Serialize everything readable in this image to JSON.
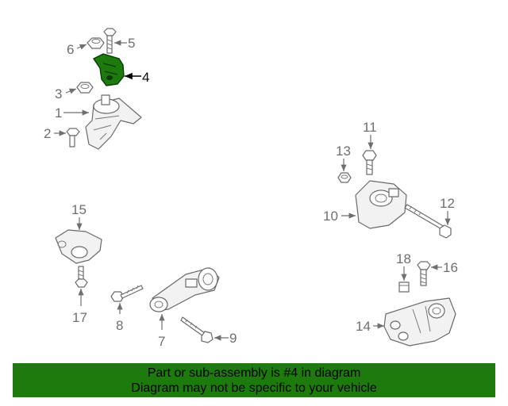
{
  "diagram": {
    "highlighted_part": "4",
    "callouts": [
      "1",
      "2",
      "3",
      "4",
      "5",
      "6",
      "7",
      "8",
      "9",
      "10",
      "11",
      "12",
      "13",
      "14",
      "15",
      "16",
      "17",
      "18"
    ],
    "highlight_color": "#1d7a0d",
    "callout_color": "#6f6f6f"
  },
  "banner": {
    "line1": "Part or sub-assembly is #4 in diagram",
    "line2": "Diagram may not be specific to your vehicle",
    "background": "#1d7a0d"
  }
}
